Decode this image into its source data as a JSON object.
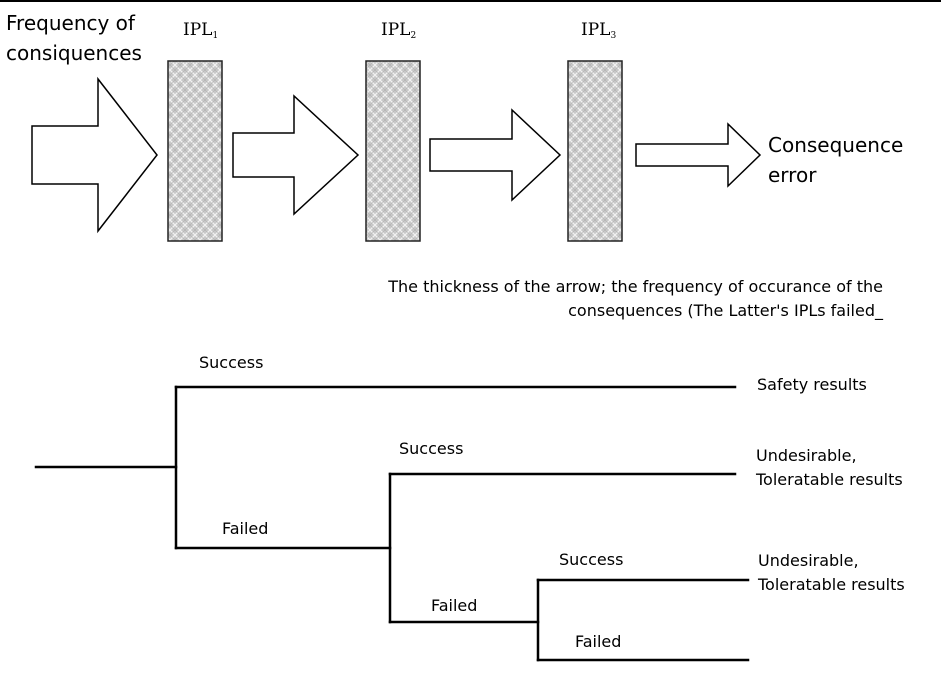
{
  "diagram": {
    "frequency_label_line1": "Frequency of",
    "frequency_label_line2": "consiquences",
    "ipl1": "IPL",
    "ipl1_sub": "1",
    "ipl2": "IPL",
    "ipl2_sub": "2",
    "ipl3": "IPL",
    "ipl3_sub": "3",
    "consequence_line1": "Consequence",
    "consequence_line2": "error",
    "caption_line1": "The thickness of the arrow; the frequency of occurance of the",
    "caption_line2": "consequences (The Latter's IPLs failed_"
  },
  "tree": {
    "success1": "Success",
    "failed1": "Failed",
    "success2": "Success",
    "failed2": "Failed",
    "success3": "Success",
    "failed3": "Failed",
    "result1": "Safety results",
    "result2_line1": "Undesirable,",
    "result2_line2": "Toleratable results",
    "result3_line1": "Undesirable,",
    "result3_line2": "Toleratable results"
  },
  "colors": {
    "barrier_fill": "#c8c8c8",
    "line": "#000000"
  }
}
